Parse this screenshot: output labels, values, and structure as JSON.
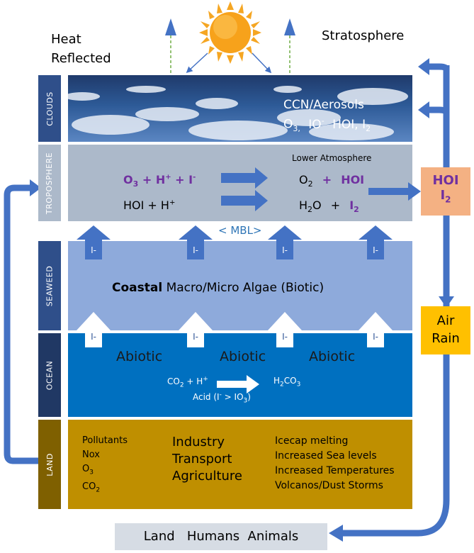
{
  "top": {
    "heat_reflected_line1": "Heat",
    "heat_reflected_line2": "Reflected",
    "stratosphere": "Stratosphere"
  },
  "layers": {
    "clouds": "CLOUDS",
    "troposphere": "TROPOSPHERE",
    "seaweed": "SEAWEED",
    "ocean": "OCEAN",
    "land": "LAND"
  },
  "clouds": {
    "line1": "CCN/Aerosols",
    "line2_o3": "O",
    "line2_o3_sub": "3,",
    "line2_io": "IO",
    "line2_io_sup": "-",
    "line2_hoi": "HOI, I",
    "line2_i2_sub": "2"
  },
  "troposphere": {
    "lower_atmosphere": "Lower Atmosphere",
    "reactant1": "O",
    "reactant1_sub": "3",
    "reactant1_rest": " + H",
    "reactant1_plus": "+",
    "reactant1_rest2": " + I",
    "reactant1_minus": "-",
    "reactant2": "HOI + H",
    "reactant2_plus": "+",
    "product1_o2": "O",
    "product1_o2_sub": "2",
    "product1_plus": "+",
    "product1_hoi": "HOI",
    "product2_h2o_h": "H",
    "product2_h2o_sub": "2",
    "product2_h2o_o": "O",
    "product2_plus": "+",
    "product2_i": "I",
    "product2_i_sub": "2",
    "mbl": "< MBL>"
  },
  "side_boxes": {
    "hoi": "HOI",
    "i2_i": "I",
    "i2_sub": "2",
    "air": "Air",
    "rain": "Rain"
  },
  "seaweed": {
    "arrow_label": "I-",
    "text_bold": "Coastal",
    "text_rest": " Macro/Micro Algae (Biotic)"
  },
  "ocean": {
    "arrow_label": "I-",
    "abiotic": "Abiotic",
    "co2": "CO",
    "co2_sub": "2",
    "co2_rest": " + H",
    "co2_plus": "+",
    "h2co3_h": "H",
    "h2co3_sub1": "2",
    "h2co3_co": "CO",
    "h2co3_sub2": "3",
    "acid": "Acid (I",
    "acid_minus": "-",
    "acid_mid": " > IO",
    "acid_sub": "3",
    "acid_end": ")"
  },
  "land": {
    "left_items": [
      "Pollutants",
      "Nox"
    ],
    "o3": "O",
    "o3_sub": "3",
    "co2": "CO",
    "co2_sub": "2",
    "middle_items": [
      "Industry",
      "Transport",
      "Agriculture"
    ],
    "right_items": [
      "Icecap melting",
      "Increased Sea levels",
      "Increased Temperatures",
      "Volcanos/Dust Storms"
    ]
  },
  "bottom": {
    "label": "Land   Humans  Animals"
  },
  "colors": {
    "arrow_blue": "#4472c4",
    "clouds_bar": "#2f4f8a",
    "troposphere_bg": "#acb9ca",
    "seaweed_bg": "#8eaadb",
    "ocean_bg": "#0070c0",
    "land_bg": "#bf8f00",
    "land_bar": "#7f6000",
    "hoi_box": "#f4b183",
    "air_box": "#ffc000",
    "purple": "#7030a0",
    "sun": "#f5a623"
  }
}
